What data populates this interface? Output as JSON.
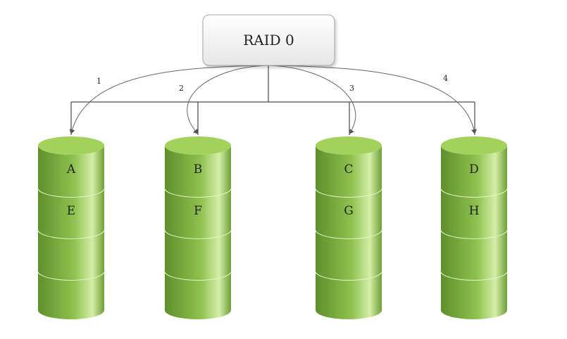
{
  "title": "RAID 0",
  "colors": {
    "disk_light": "#b7dd7a",
    "disk_mid": "#8bbf4a",
    "disk_dark": "#5e8f2c",
    "disk_top": "#a3d25c",
    "line": "#222222",
    "arrow": "#555555"
  },
  "sequence_labels": [
    "1",
    "2",
    "3",
    "4"
  ],
  "disks": [
    {
      "blocks": [
        "A",
        "E",
        "",
        ""
      ]
    },
    {
      "blocks": [
        "B",
        "F",
        "",
        ""
      ]
    },
    {
      "blocks": [
        "C",
        "G",
        "",
        ""
      ]
    },
    {
      "blocks": [
        "D",
        "H",
        "",
        ""
      ]
    }
  ]
}
